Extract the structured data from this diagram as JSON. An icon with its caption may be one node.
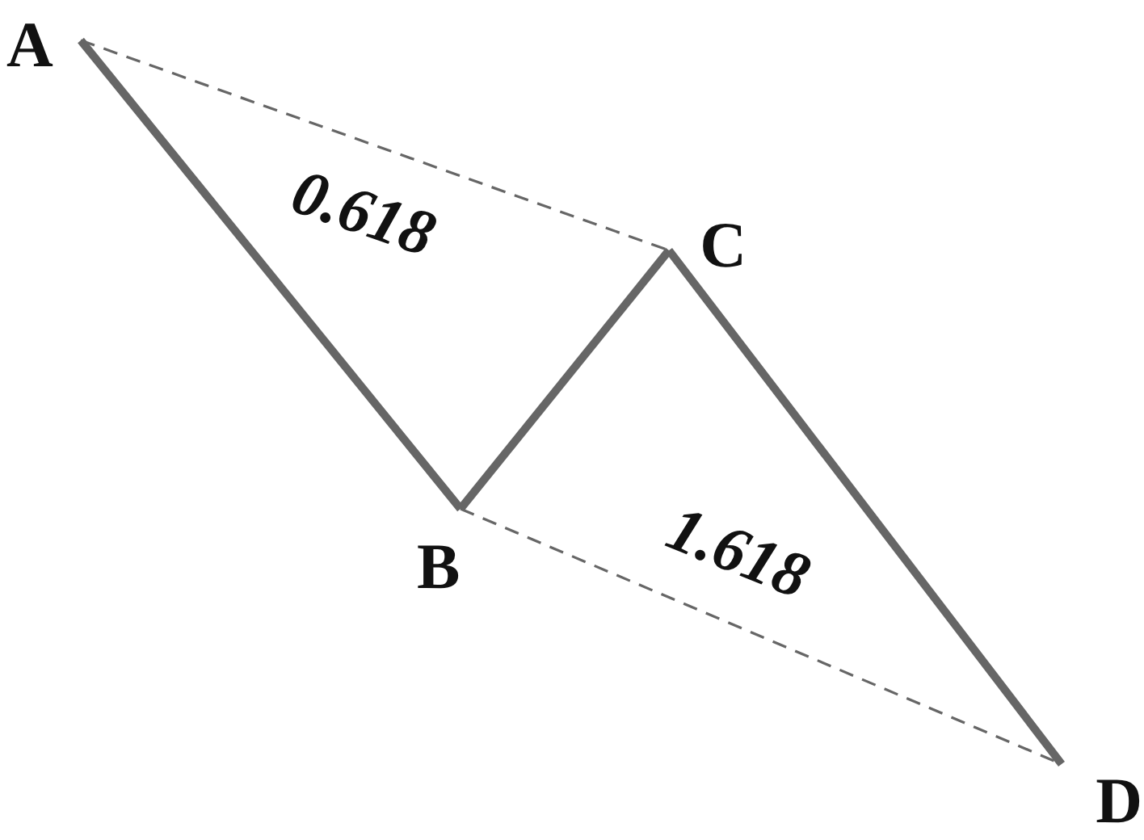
{
  "diagram": {
    "nodes": [
      {
        "text": [
          "A"
        ]
      },
      {
        "text": [
          "B"
        ]
      },
      {
        "text": [
          "C"
        ]
      },
      {
        "text": [
          "D"
        ]
      }
    ],
    "edges": [
      {
        "from": 0,
        "to": 1,
        "arrow": "none"
      },
      {
        "from": 1,
        "to": 2,
        "arrow": "none"
      },
      {
        "from": 2,
        "to": 3,
        "arrow": "none"
      },
      {
        "from": 0,
        "to": 2,
        "arrow": "none",
        "style": "dashed",
        "label": "0.618"
      },
      {
        "from": 1,
        "to": 3,
        "arrow": "none",
        "style": "dashed",
        "label": "1.618"
      }
    ]
  }
}
